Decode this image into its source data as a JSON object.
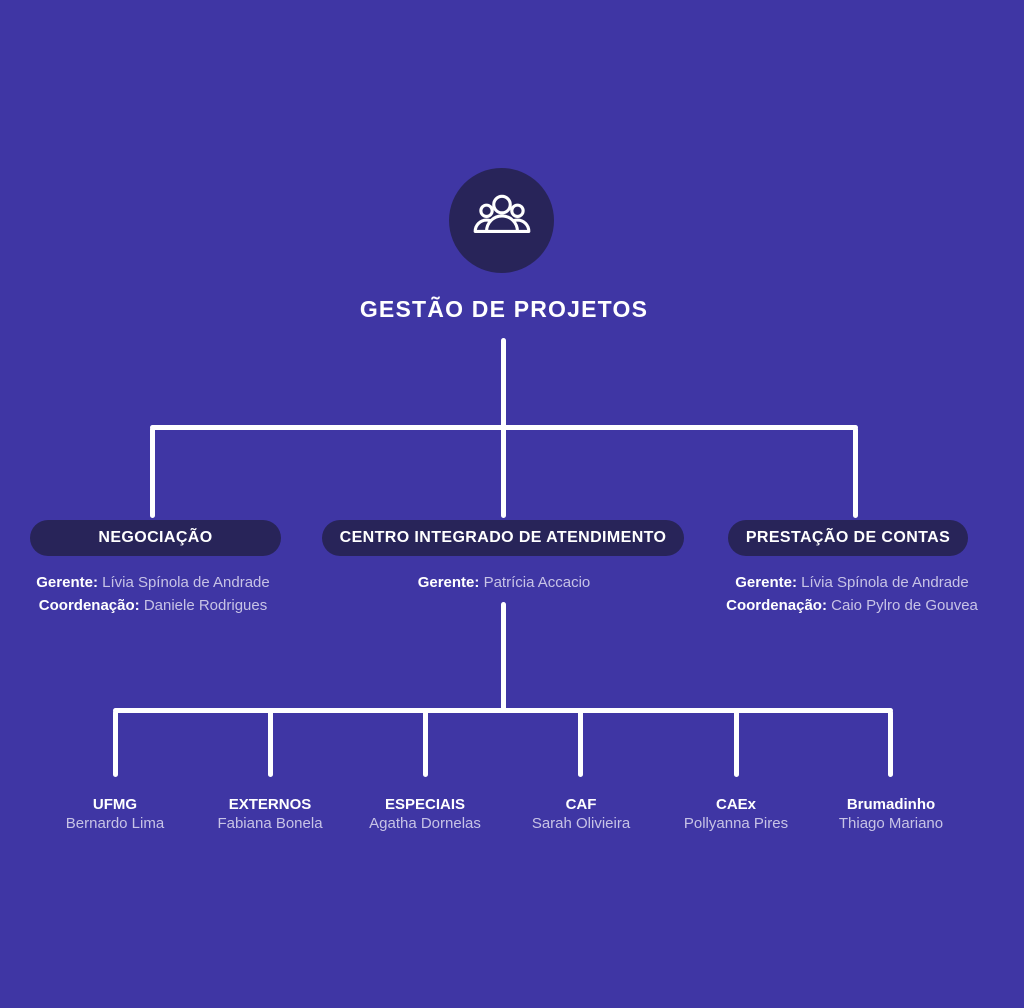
{
  "colors": {
    "background": "#3f36a4",
    "node": "#282459",
    "line": "#ffffff",
    "title_text": "#ffffff",
    "muted_text": "#c7c3e6"
  },
  "root": {
    "icon": "team-icon",
    "title": "GESTÃO DE PROJETOS"
  },
  "branches": [
    {
      "label": "NEGOCIAÇÃO",
      "roles": [
        {
          "role": "Gerente:",
          "name": "Lívia Spínola de Andrade"
        },
        {
          "role": "Coordenação:",
          "name": "Daniele Rodrigues"
        }
      ]
    },
    {
      "label": "CENTRO INTEGRADO DE ATENDIMENTO",
      "roles": [
        {
          "role": "Gerente:",
          "name": "Patrícia Accacio"
        }
      ]
    },
    {
      "label": "PRESTAÇÃO DE CONTAS",
      "roles": [
        {
          "role": "Gerente:",
          "name": "Lívia Spínola de Andrade"
        },
        {
          "role": "Coordenação:",
          "name": "Caio Pylro de Gouvea"
        }
      ]
    }
  ],
  "sub_branches": [
    {
      "label": "UFMG",
      "name": "Bernardo Lima"
    },
    {
      "label": "EXTERNOS",
      "name": "Fabiana Bonela"
    },
    {
      "label": "ESPECIAIS",
      "name": "Agatha Dornelas"
    },
    {
      "label": "CAF",
      "name": "Sarah Olivieira"
    },
    {
      "label": "CAEx",
      "name": "Pollyanna Pires"
    },
    {
      "label": "Brumadinho",
      "name": "Thiago Mariano"
    }
  ]
}
